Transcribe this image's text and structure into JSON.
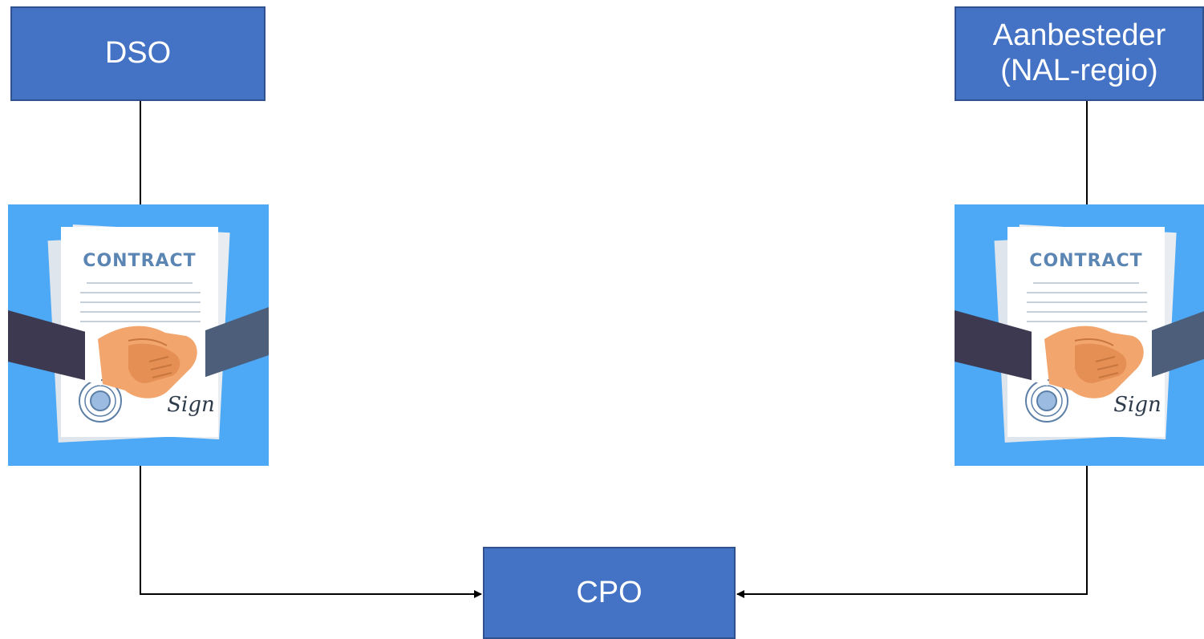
{
  "diagram": {
    "nodes": {
      "dso": {
        "label": "DSO"
      },
      "aanbesteder": {
        "label_line1": "Aanbesteder",
        "label_line2": "(NAL-regio)"
      },
      "cpo": {
        "label": "CPO"
      }
    },
    "contracts": {
      "left": {
        "label": "CONTRACT",
        "signature": "Sign"
      },
      "right": {
        "label": "CONTRACT",
        "signature": "Sign"
      }
    },
    "edges": [
      {
        "from": "dso",
        "to": "contract-left",
        "arrow": false
      },
      {
        "from": "contract-left",
        "to": "cpo",
        "arrow": true
      },
      {
        "from": "aanbesteder",
        "to": "contract-right",
        "arrow": false
      },
      {
        "from": "contract-right",
        "to": "cpo",
        "arrow": true
      }
    ]
  },
  "colors": {
    "box_fill": "#4472c4",
    "box_border": "#2f528f",
    "box_text": "#ffffff",
    "contract_background": "#4da9f5",
    "connector": "#000000"
  },
  "icons": {
    "contract": "handshake-contract-icon",
    "seal": "seal-icon"
  }
}
